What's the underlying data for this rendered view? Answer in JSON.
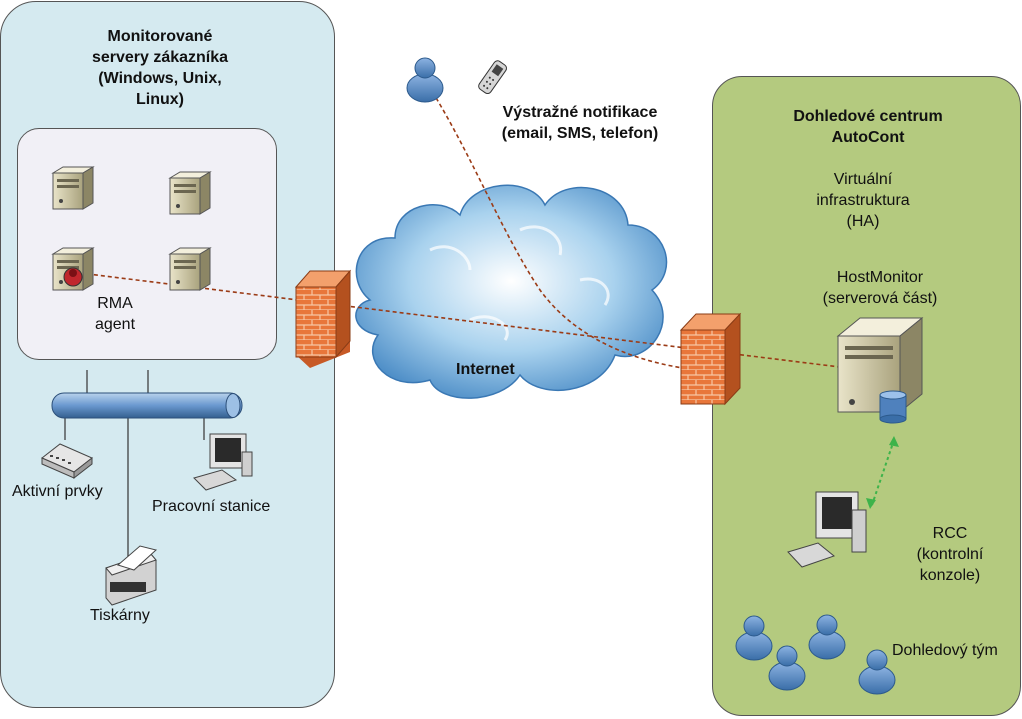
{
  "left": {
    "title_lines": [
      "Monitorované",
      "servery zákazníka",
      "(Windows, Unix,",
      "Linux)"
    ],
    "rma_lines": [
      "RMA",
      "agent"
    ],
    "active_devices": "Aktivní prvky",
    "workstations": "Pracovní stanice",
    "printers": "Tiskárny"
  },
  "cloud": {
    "label": "Internet"
  },
  "notifications": {
    "lines": [
      "Výstražné notifikace",
      "(email, SMS, telefon)"
    ]
  },
  "right": {
    "title_lines": [
      "Dohledové centrum",
      "AutoCont"
    ],
    "virtual_lines": [
      "Virtuální",
      "infrastruktura",
      "(HA)"
    ],
    "hostmonitor_lines": [
      "HostMonitor",
      "(serverová část)"
    ],
    "rcc_lines": [
      "RCC",
      "(kontrolní",
      "konzole)"
    ],
    "team": "Dohledový tým"
  },
  "colors": {
    "left_panel": "#d5eaf0",
    "right_panel": "#b4ca7f",
    "inner_box": "#f1f0f6",
    "connection_line": "#9b3b16",
    "sync_line": "#3db34a",
    "firewall": "#e8763a",
    "person": "#4f81bd"
  }
}
